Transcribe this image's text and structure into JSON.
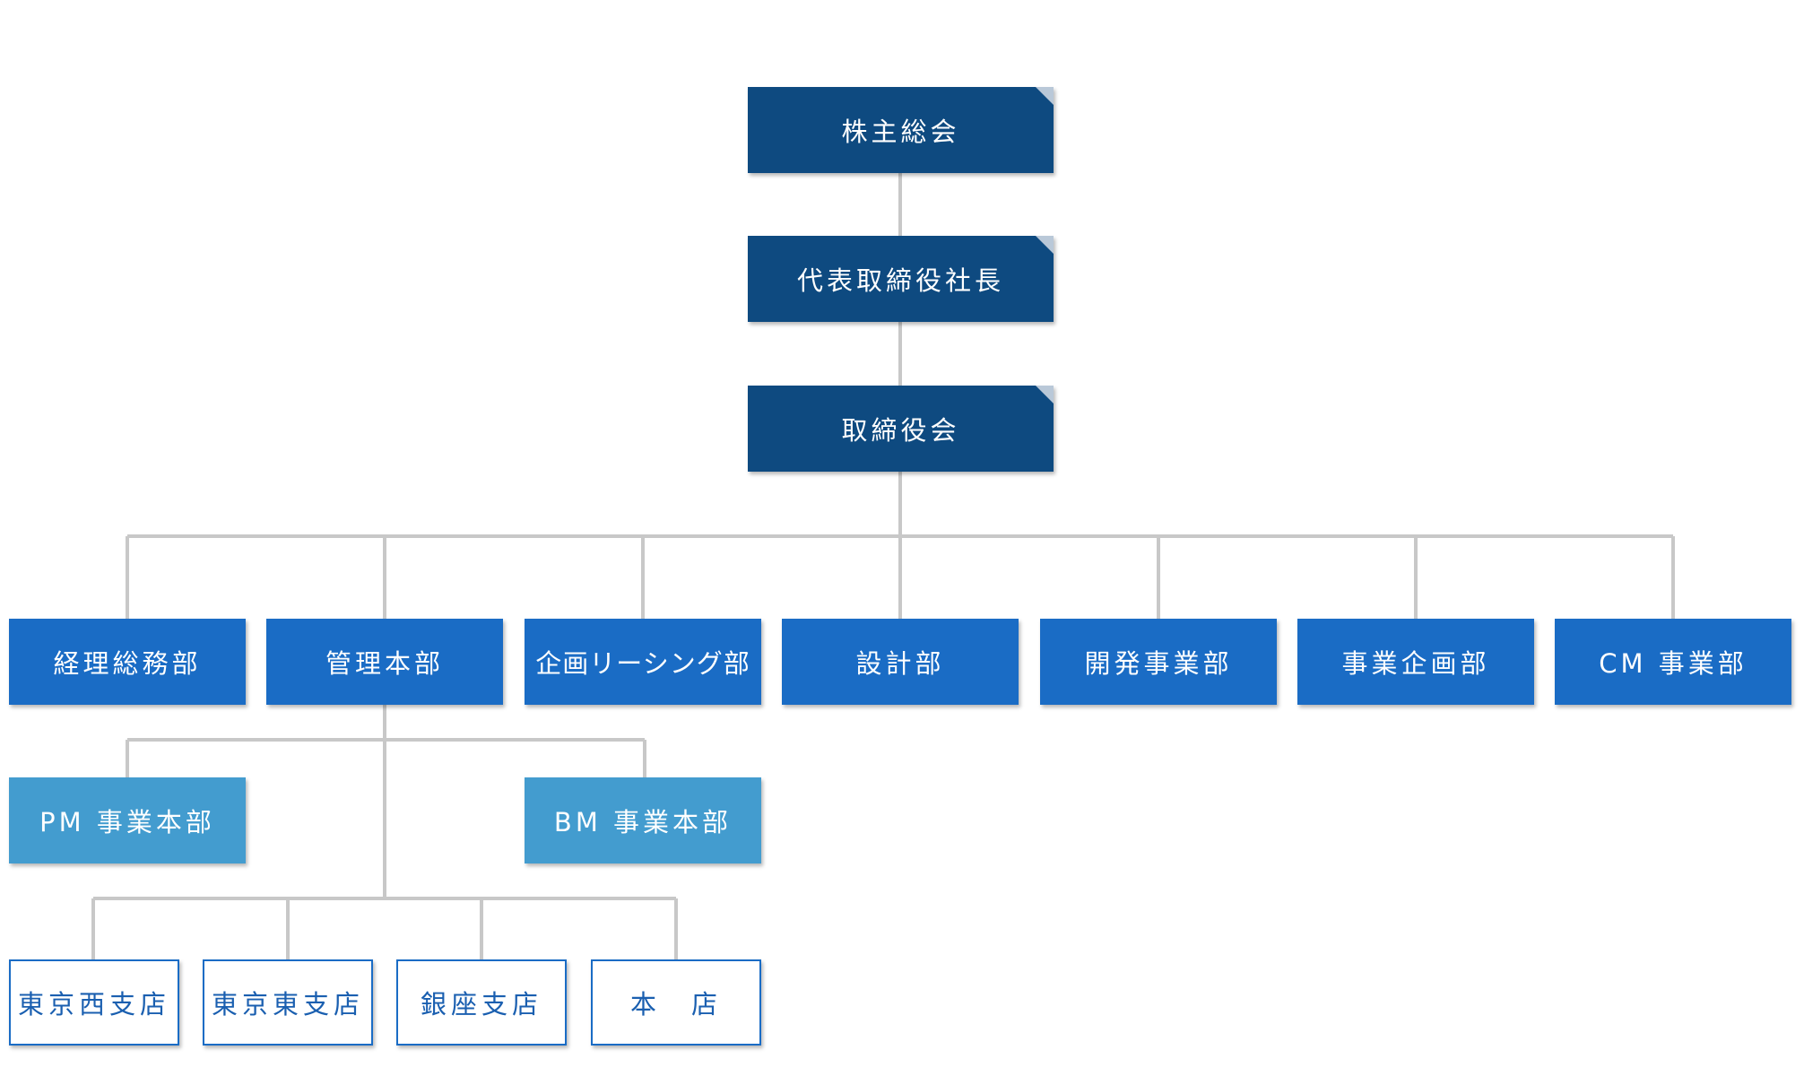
{
  "org": {
    "shareholders": "株主総会",
    "president": "代表取締役社長",
    "board": "取締役会",
    "departments": [
      "経理総務部",
      "管理本部",
      "企画リーシング部",
      "設計部",
      "開発事業部",
      "事業企画部",
      "CM 事業部"
    ],
    "divisions": [
      "PM 事業本部",
      "BM 事業本部"
    ],
    "branches": [
      "東京西支店",
      "東京東支店",
      "銀座支店",
      "本　店"
    ]
  },
  "colors": {
    "executive": "#0e4a80",
    "department": "#1a6cc5",
    "division": "#439ccf",
    "branch_border": "#1a6cc5",
    "connector": "#c8c8c8"
  }
}
